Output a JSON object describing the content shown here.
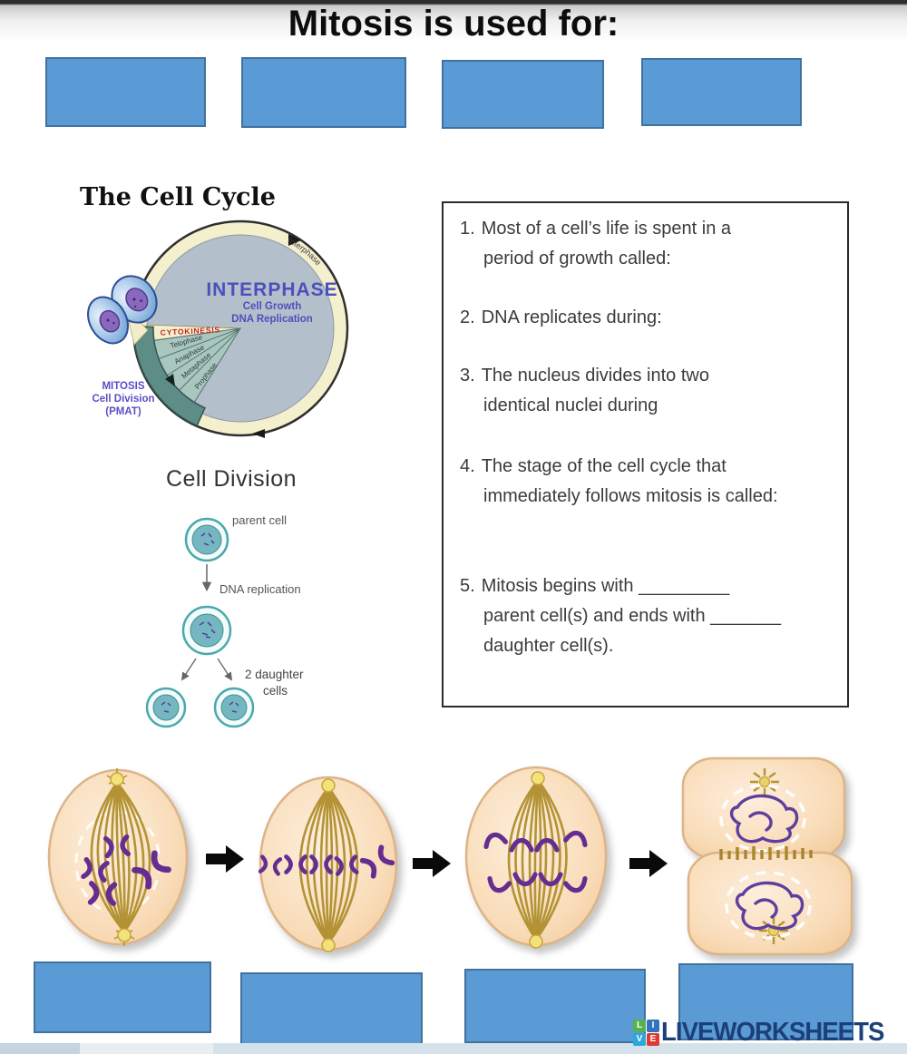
{
  "title": "Mitosis is used for:",
  "cell_cycle": {
    "heading": "The Cell Cycle",
    "ring_label": "Interphase",
    "interphase_title": "INTERPHASE",
    "interphase_line1": "Cell Growth",
    "interphase_line2": "DNA Replication",
    "cytokinesis": "CYTOKINESIS",
    "phases": [
      "Telophase",
      "Anaphase",
      "Metaphase",
      "Prophase"
    ],
    "mitosis_label": [
      "MITOSIS",
      "Cell Division",
      "(PMAT)"
    ],
    "text_color": "#4c50bb",
    "mitosis_color": "#5a4fc6",
    "cytokinesis_color": "#c32222"
  },
  "cell_division": {
    "heading": "Cell Division",
    "parent_label": "parent cell",
    "dna_label": "DNA replication",
    "daughter_label_line1": "2 daughter",
    "daughter_label_line2": "cells"
  },
  "questions": [
    {
      "num": "1.",
      "lines": [
        "Most of a cell’s life is spent in a",
        "period of growth called:"
      ]
    },
    {
      "num": "2.",
      "lines": [
        "DNA replicates during:"
      ]
    },
    {
      "num": "3.",
      "lines": [
        "The nucleus divides into two",
        "identical nuclei during"
      ]
    },
    {
      "num": "4.",
      "lines": [
        "The stage of the cell cycle that",
        "immediately follows mitosis is called:"
      ]
    },
    {
      "num": "5.",
      "lines": [
        "Mitosis begins with _________",
        "parent cell(s) and ends with _______",
        "daughter cell(s)."
      ]
    }
  ],
  "logo": {
    "text": "LIVEWORKSHEETS",
    "text_color": "#1b4079",
    "blocks": [
      {
        "letter": "L",
        "color": "#58b14f"
      },
      {
        "letter": "I",
        "color": "#2f74c0"
      },
      {
        "letter": "V",
        "color": "#2ea7dc"
      },
      {
        "letter": "E",
        "color": "#dc3c34"
      }
    ]
  },
  "colors": {
    "answer_box": "#5b9bd5"
  }
}
